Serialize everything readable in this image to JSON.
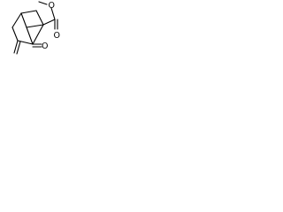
{
  "molecule": {
    "atoms": {
      "ester_oxygen": "O",
      "carbonyl_oxygen_ester": "O",
      "ketone_oxygen": "O"
    }
  },
  "colors": {
    "background": "#ffffff",
    "bond": "#000000",
    "label": "#000000"
  }
}
